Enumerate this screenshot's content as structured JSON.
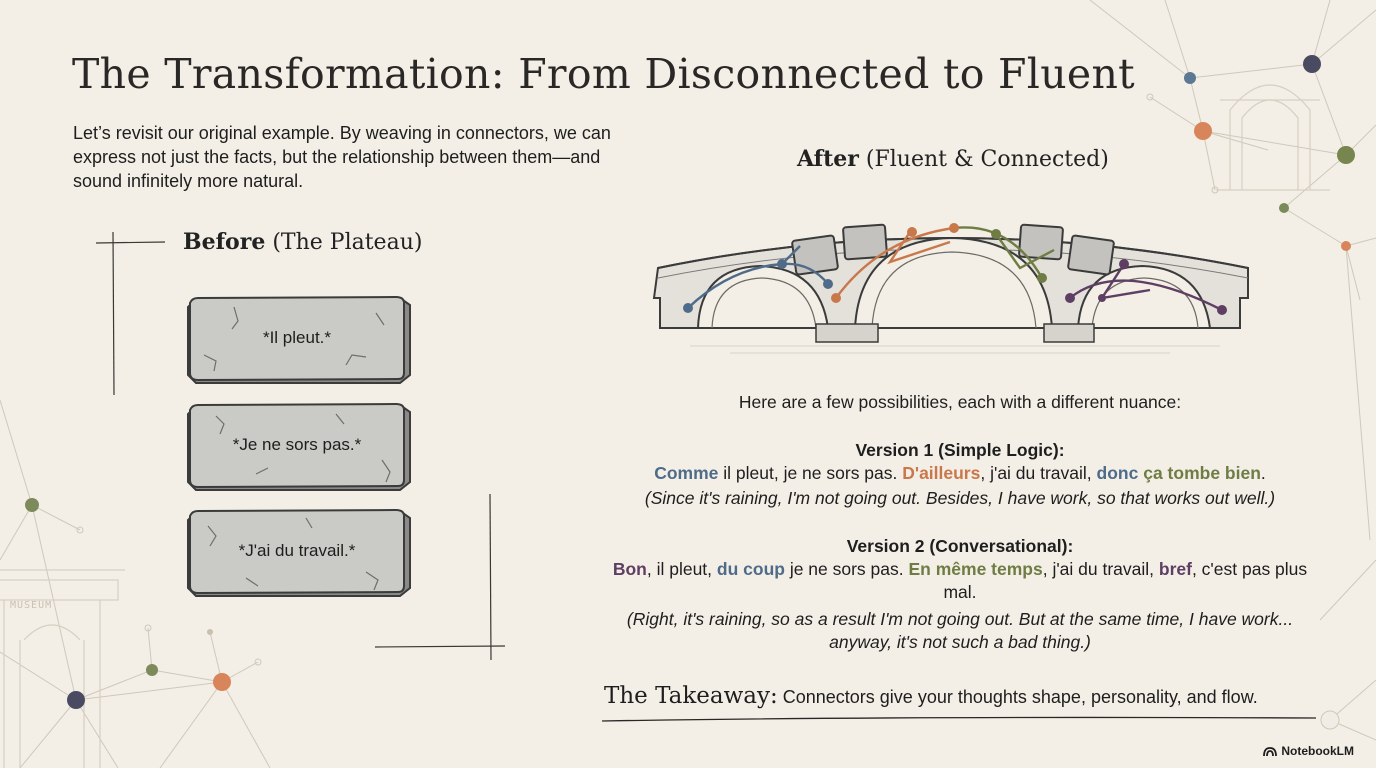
{
  "title": "The Transformation: From Disconnected to Fluent",
  "intro": "Let’s revisit our original example. By weaving in connectors, we can express not just the facts, but the relationship between them—and sound infinitely more natural.",
  "before": {
    "heading_bold": "Before",
    "heading_rest": " (The Plateau)",
    "stones": [
      "*Il pleut.*",
      "*Je ne sors pas.*",
      "*J'ai du travail.*"
    ]
  },
  "after": {
    "heading_bold": "After",
    "heading_rest": " (Fluent & Connected)"
  },
  "possibilities": "Here are a few possibilities, each with a different nuance:",
  "version1": {
    "title": "Version 1 (Simple Logic):",
    "comme": "Comme",
    "t1": " il pleut, je ne sors pas. ",
    "dailleurs": "D'ailleurs",
    "t2": ", j'ai du travail, ",
    "donc": "donc",
    "t3": " ",
    "ca_tombe": "ça tombe bien",
    "t4": ".",
    "translation": "(Since it's raining, I'm not going out. Besides, I have work, so that works out well.)"
  },
  "version2": {
    "title": "Version 2 (Conversational):",
    "bon": "Bon",
    "t1": ", il pleut, ",
    "du_coup": "du coup",
    "t2": " je ne sors pas. ",
    "en_meme_temps": "En même temps",
    "t3": ", j'ai du travail, ",
    "bref": "bref",
    "t4": ", c'est pas plus mal.",
    "translation": "(Right, it's raining, so as a result I'm not going out. But at the same time, I have work... anyway, it's not such a bad thing.)"
  },
  "takeaway": {
    "label": "The Takeaway:",
    "text": " Connectors give your thoughts shape, personality, and flow."
  },
  "museum_sign": "MUSEUM",
  "brand": "NotebookLM",
  "colors": {
    "background": "#f3efe6",
    "blue": "#4f6b8a",
    "orange": "#c9784b",
    "green": "#6f7d44",
    "purple": "#5e3f63",
    "stone": "#c9c9c6"
  }
}
